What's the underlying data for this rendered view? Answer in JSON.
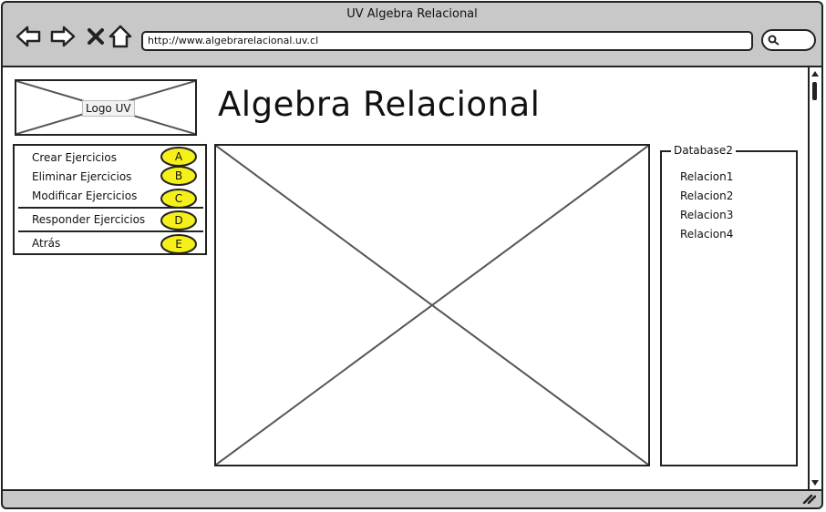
{
  "window": {
    "title": "UV Algebra Relacional"
  },
  "browser": {
    "url": "http://www.algebrarelacional.uv.cl",
    "nav_icons": [
      "back-arrow-icon",
      "forward-arrow-icon",
      "stop-icon",
      "home-icon"
    ]
  },
  "logo": {
    "label": "Logo UV"
  },
  "page": {
    "title": "Algebra Relacional"
  },
  "menu": {
    "items": [
      {
        "label": "Crear Ejercicios",
        "key": "A"
      },
      {
        "label": "Eliminar Ejercicios",
        "key": "B"
      },
      {
        "label": "Modificar Ejercicios",
        "key": "C"
      },
      {
        "label": "Responder Ejercicios",
        "key": "D"
      },
      {
        "label": "Atrás",
        "key": "E"
      }
    ]
  },
  "database": {
    "title": "Database2",
    "relations": [
      "Relacion1",
      "Relacion2",
      "Relacion3",
      "Relacion4"
    ]
  },
  "colors": {
    "hotkey_highlight": "#f5f01a",
    "chrome_gray": "#c8c8c8",
    "placeholder_line": "#555555"
  }
}
